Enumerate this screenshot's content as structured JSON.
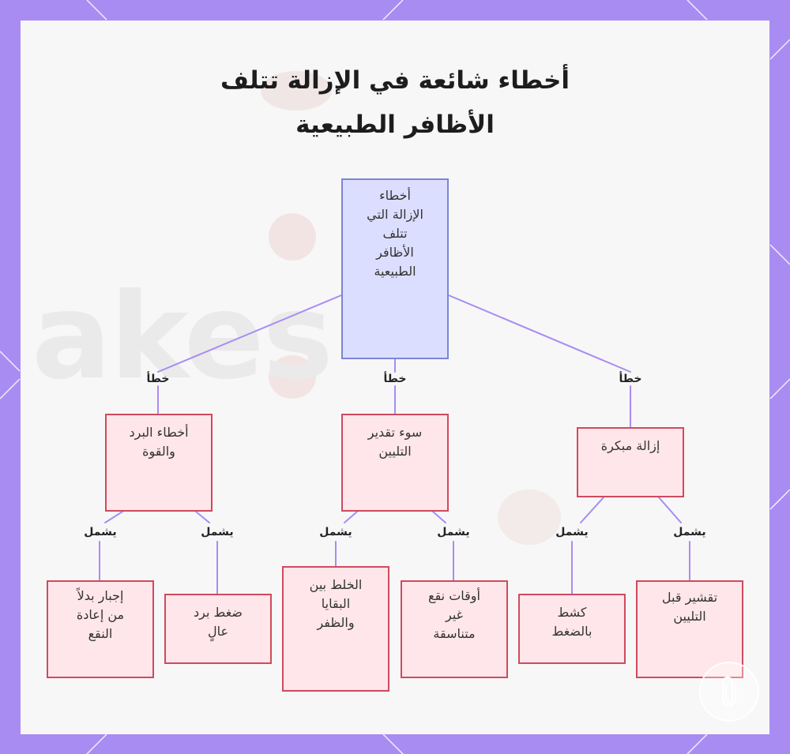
{
  "title": {
    "line1": "أخطاء شائعة في الإزالة تتلف",
    "line2": "الأظافر الطبيعية"
  },
  "colors": {
    "border": "#a98cf2",
    "root_fill": "#dcdeff",
    "root_stroke": "#7b86d6",
    "node_fill": "#ffe6ea",
    "node_stroke": "#cf4a5e",
    "edge": "#a98cf2"
  },
  "root": {
    "lines": [
      "أخطاء",
      "الإزالة التي",
      "تتلف",
      "الأظافر",
      "الطبيعية"
    ]
  },
  "edge_labels": {
    "mistake": "خطأ",
    "includes": "يشمل"
  },
  "categories": [
    {
      "lines": [
        "إزالة مبكرة"
      ]
    },
    {
      "lines": [
        "سوء تقدير",
        "التليين"
      ]
    },
    {
      "lines": [
        "أخطاء البرد",
        "والقوة"
      ]
    }
  ],
  "leaves": [
    {
      "lines": [
        "تقشير قبل",
        "التليين"
      ]
    },
    {
      "lines": [
        "كشط",
        "بالضغط"
      ]
    },
    {
      "lines": [
        "أوقات نقع",
        "غير",
        "متناسقة"
      ]
    },
    {
      "lines": [
        "الخلط بين",
        "البقايا",
        "والظفر"
      ]
    },
    {
      "lines": [
        "ضغط برد",
        "عالٍ"
      ]
    },
    {
      "lines": [
        "إجبار بدلاً",
        "من إعادة",
        "النقع"
      ]
    }
  ],
  "watermark": {
    "text": "akes"
  },
  "icons": {
    "brand": "paperclip-icon"
  }
}
